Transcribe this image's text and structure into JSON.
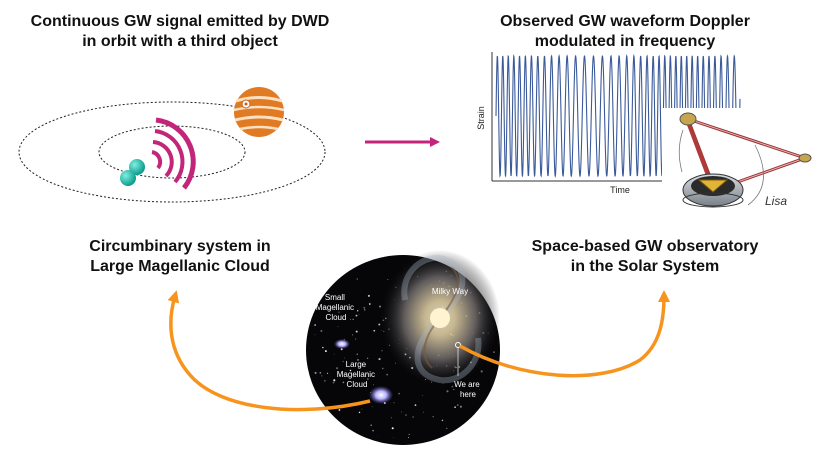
{
  "top_left_title": {
    "line1": "Continuous GW signal emitted by DWD",
    "line2": "in orbit with a third object"
  },
  "top_right_title": {
    "line1": "Observed GW waveform Doppler",
    "line2": "modulated in frequency"
  },
  "waveform_plot": {
    "ylabel": "Strain",
    "xlabel": "Time",
    "cycles": 36,
    "wave_color": "#3b5a9a"
  },
  "mid_left_label": {
    "line1": "Circumbinary system in",
    "line2": "Large Magellanic Cloud"
  },
  "mid_right_label": {
    "line1": "Space-based GW observatory",
    "line2": "in the Solar System"
  },
  "galaxy_labels": {
    "milky_way": "Milky Way",
    "smc": [
      "Small",
      "Magellanic",
      "Cloud"
    ],
    "lmc": [
      "Large",
      "Magellanic",
      "Cloud"
    ],
    "we_are_here": [
      "We are",
      "here"
    ]
  },
  "signature": "Lisa",
  "colors": {
    "binary_star": "#1fb8a6",
    "gw_signal": "#c2257a",
    "arrow_magenta": "#c2257a",
    "arrow_orange": "#f7941d",
    "planet": "#e07b24",
    "laser_arm": "#b03a3a"
  }
}
